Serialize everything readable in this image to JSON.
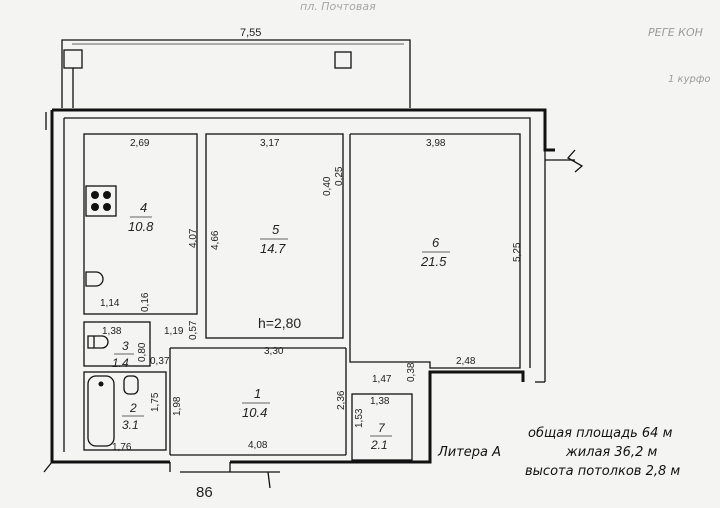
{
  "header": {
    "street_text": "пл. Почтовая",
    "corner_text": "РЕГЕ КОН",
    "corner_text_2": "1 курфо"
  },
  "dimensions": {
    "balcony_width": "7,55",
    "room4_top": "2,69",
    "room5_top": "3,17",
    "room6_top": "3,98",
    "room4_height": "4,07",
    "room5_height": "4,66",
    "room6_height": "5,25",
    "room6_door": "0,40",
    "room6_door2": "0,25",
    "room4_sink": "1,14",
    "room4_wall": "0,16",
    "wc_width": "1,38",
    "wc_dim": "1,19",
    "wc_door": "0,57",
    "hall_wall": "0,80",
    "hall_dim": "0,37",
    "room5_bottom": "3,30",
    "room6_bottom": "2,48",
    "step_width": "1,47",
    "step_wall": "0,38",
    "room7_width": "1,38",
    "hall_height": "2,36",
    "room7_height": "1,53",
    "bath_height": "1,75",
    "bath_height2": "1,98",
    "bath_width": "1,76",
    "hall_bottom": "4,08"
  },
  "rooms": [
    {
      "num": "4",
      "area": "10.8"
    },
    {
      "num": "5",
      "area": "14.7"
    },
    {
      "num": "6",
      "area": "21.5"
    },
    {
      "num": "3",
      "area": "1.4"
    },
    {
      "num": "2",
      "area": "3.1"
    },
    {
      "num": "1",
      "area": "10.4"
    },
    {
      "num": "7",
      "area": "2.1"
    }
  ],
  "ceiling_label": "h=2,80",
  "footer_number": "86",
  "summary": {
    "litera": "Литера А",
    "total": "общая площадь 64 м",
    "living": "жилая 36,2 м",
    "ceiling": "высота потолков 2,8 м"
  }
}
